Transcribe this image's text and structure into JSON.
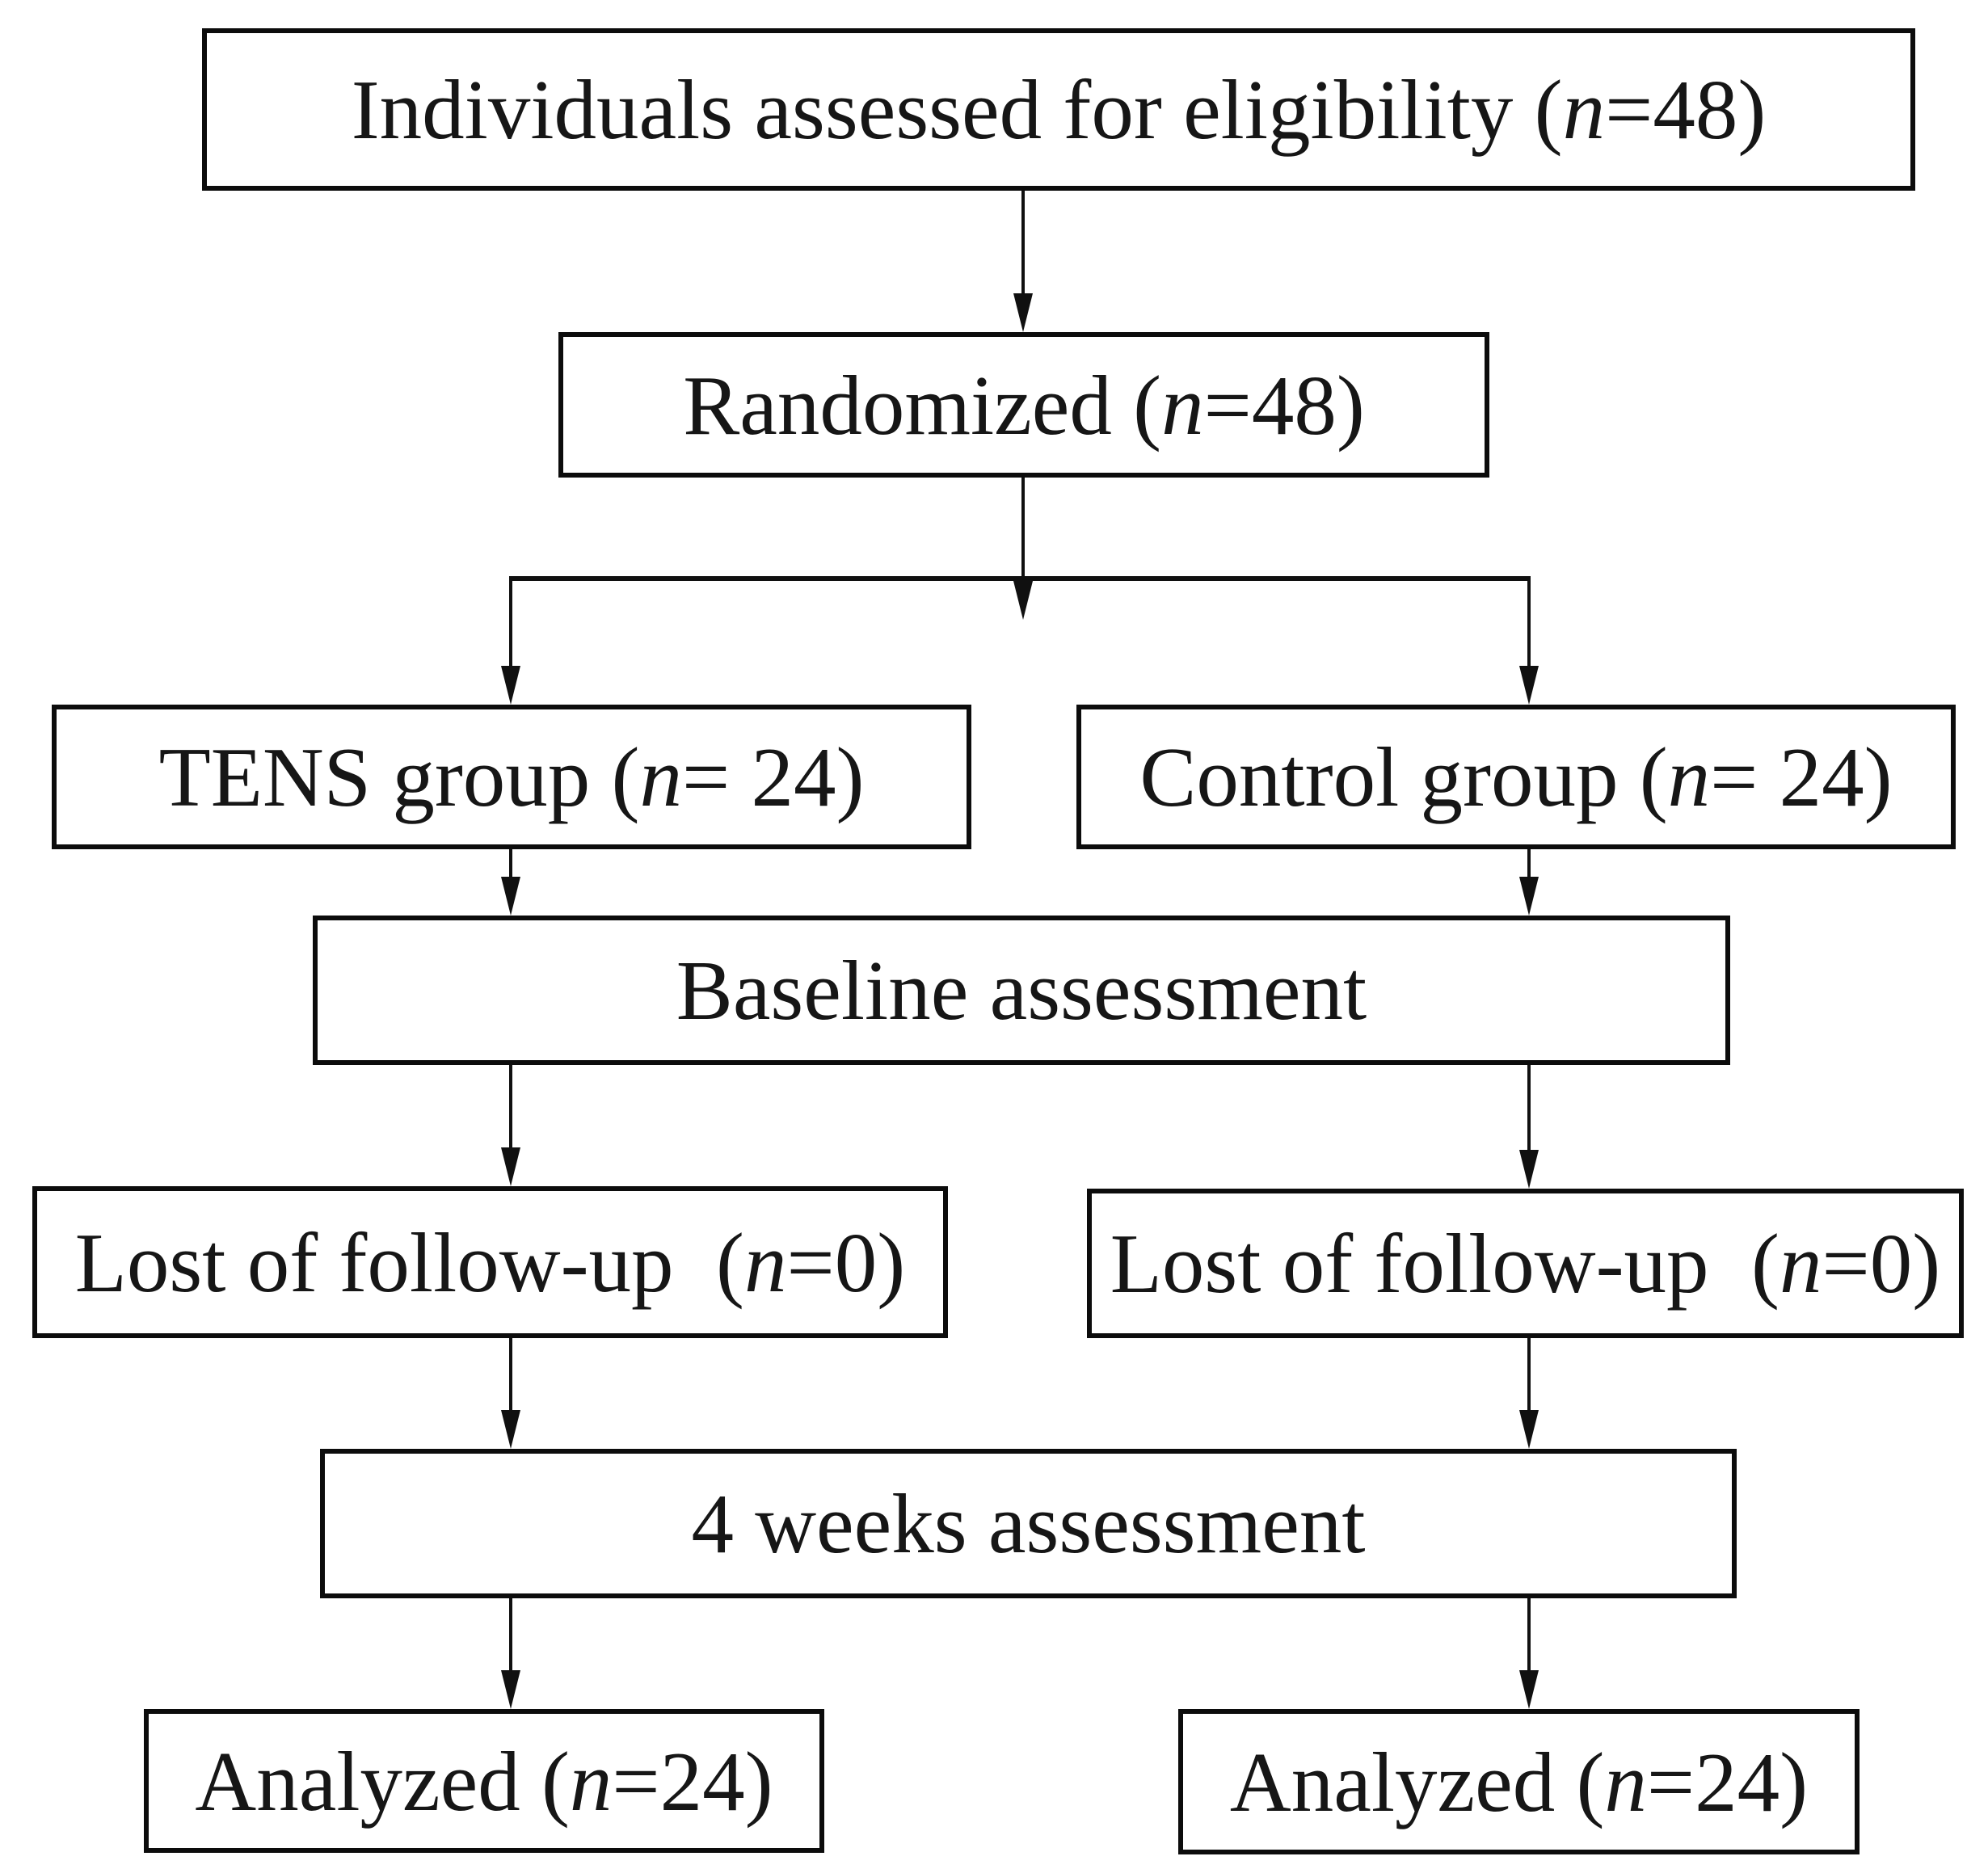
{
  "style": {
    "background": "#ffffff",
    "box_border_color": "#0c0c0c",
    "line_color": "#101010",
    "text_color": "#161616"
  },
  "boxes": [
    {
      "name": "eligibility",
      "pre": "Individuals assessed for eligibility (",
      "n": "n",
      "post": "=48)"
    },
    {
      "name": "randomized",
      "pre": "Randomized (",
      "n": "n",
      "post": "=48)"
    },
    {
      "name": "tens-group",
      "pre": "TENS group (",
      "n": "n",
      "post": "= 24)"
    },
    {
      "name": "control-group",
      "pre": "Control group (",
      "n": "n",
      "post": "= 24)"
    },
    {
      "name": "baseline",
      "pre": "Baseline assessment",
      "n": "",
      "post": ""
    },
    {
      "name": "lost-left",
      "pre": "Lost of follow-up  (",
      "n": "n",
      "post": "=0)"
    },
    {
      "name": "lost-right",
      "pre": "Lost of follow-up  (",
      "n": "n",
      "post": "=0)"
    },
    {
      "name": "four-weeks",
      "pre": "4 weeks assessment",
      "n": "",
      "post": ""
    },
    {
      "name": "analyzed-left",
      "pre": "Analyzed (",
      "n": "n",
      "post": "=24)"
    },
    {
      "name": "analyzed-right",
      "pre": "Analyzed (",
      "n": "n",
      "post": "=24)"
    }
  ],
  "edges": [
    {
      "from": "eligibility",
      "to": "randomized"
    },
    {
      "from": "randomized",
      "to": "tens-group"
    },
    {
      "from": "randomized",
      "to": "control-group"
    },
    {
      "from": "tens-group",
      "to": "baseline"
    },
    {
      "from": "control-group",
      "to": "baseline"
    },
    {
      "from": "baseline",
      "to": "lost-left"
    },
    {
      "from": "baseline",
      "to": "lost-right"
    },
    {
      "from": "lost-left",
      "to": "four-weeks"
    },
    {
      "from": "lost-right",
      "to": "four-weeks"
    },
    {
      "from": "four-weeks",
      "to": "analyzed-left"
    },
    {
      "from": "four-weeks",
      "to": "analyzed-right"
    }
  ]
}
